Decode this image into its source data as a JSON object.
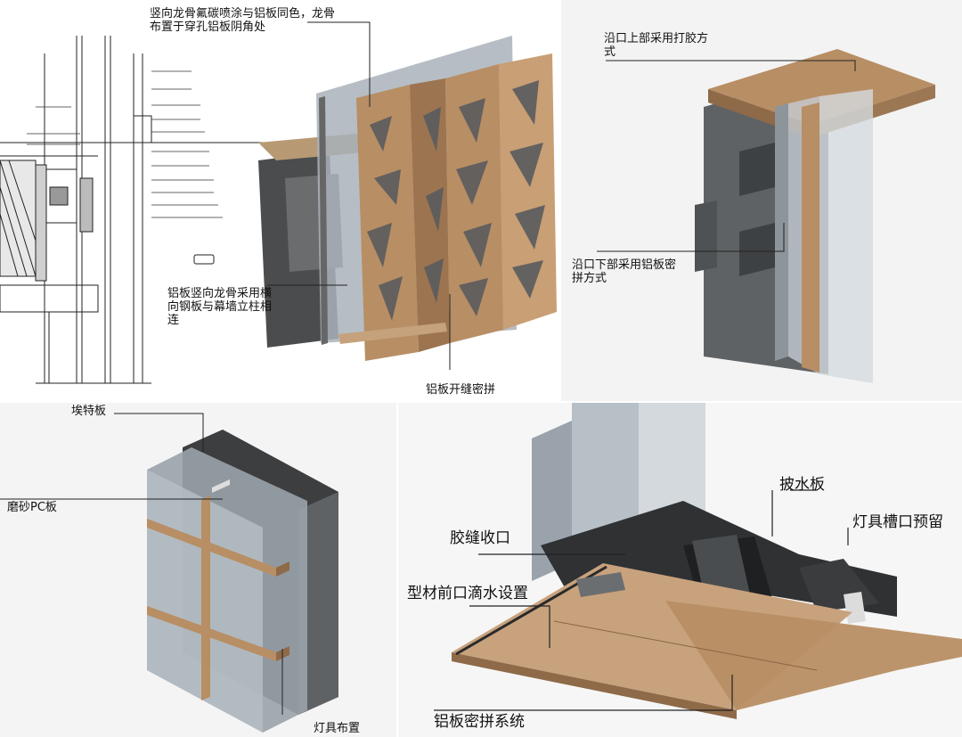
{
  "panel_1": {
    "callouts": [
      "竖向龙骨氟碳喷涂与铝板同色，龙骨\n布置于穿孔铝板阴角处",
      "铝板竖向龙骨采用横\n向钢板与幕墙立柱相\n连",
      "铝板开缝密拼"
    ]
  },
  "panel_2": {
    "callouts": [
      "沿口上部采用打胶方\n式",
      "沿口下部采用铝板密\n拼方式"
    ]
  },
  "panel_3": {
    "callouts": [
      "埃特板",
      "磨砂PC板",
      "灯具布置"
    ]
  },
  "panel_4": {
    "callouts": [
      "披水板",
      "灯具槽口预留",
      "胶缝收口",
      "型材前口滴水设置",
      "铝板密拼系统"
    ]
  },
  "colors": {
    "aluminum_bronze": "#b88e64",
    "glass": "#9aa3ab",
    "concrete": "#5f6264",
    "dark_profile": "#2f3133"
  }
}
